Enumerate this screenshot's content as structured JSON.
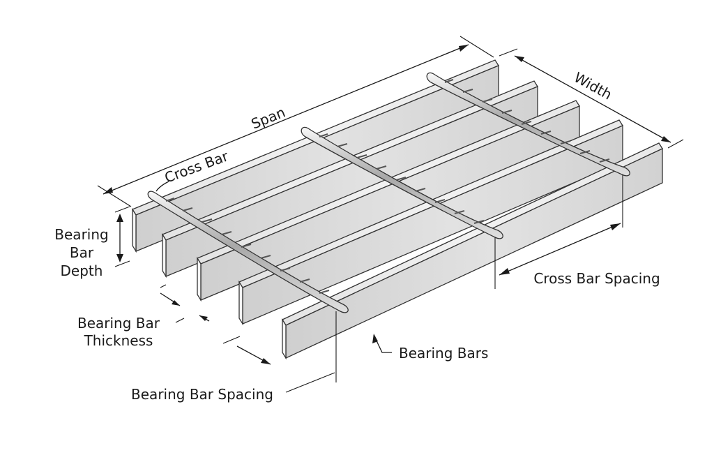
{
  "labels": {
    "span": "Span",
    "width": "Width",
    "cross_bar": "Cross Bar",
    "bearing_bar_depth": [
      "Bearing",
      "Bar",
      "Depth"
    ],
    "bearing_bar_thickness": [
      "Bearing Bar",
      "Thickness"
    ],
    "bearing_bar_spacing": "Bearing Bar Spacing",
    "cross_bar_spacing": "Cross Bar Spacing",
    "bearing_bars": "Bearing Bars"
  },
  "components": {
    "bearing_bar_count": 5,
    "cross_bar_count": 3
  },
  "colors": {
    "ink": "#1a1a1a",
    "bar_top": "#eeeeee",
    "bar_front": "#d9d9d9",
    "bar_end": "#f7f7f7",
    "cross_bar": "#b9b9b9"
  }
}
